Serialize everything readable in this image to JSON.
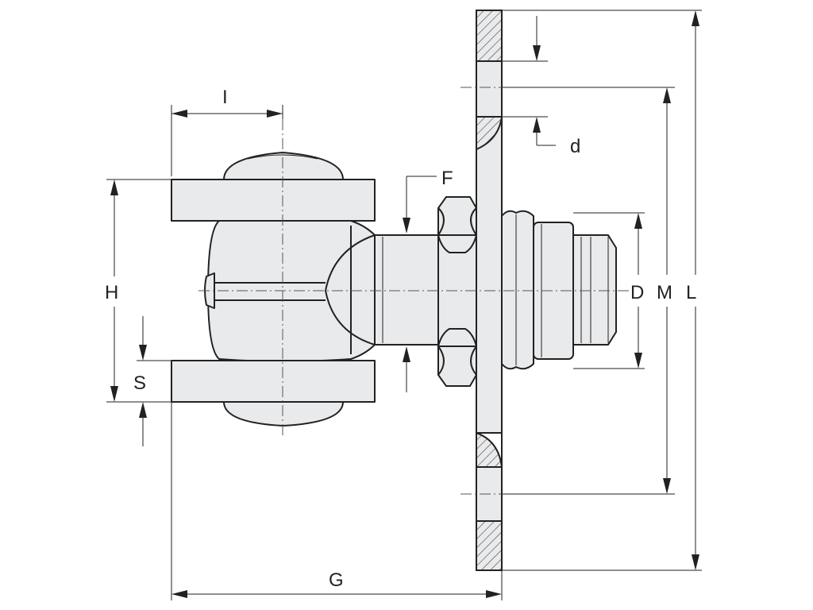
{
  "labels": {
    "I": "I",
    "F": "F",
    "d": "d",
    "H": "H",
    "S": "S",
    "D": "D",
    "M": "M",
    "L": "L",
    "G": "G"
  }
}
